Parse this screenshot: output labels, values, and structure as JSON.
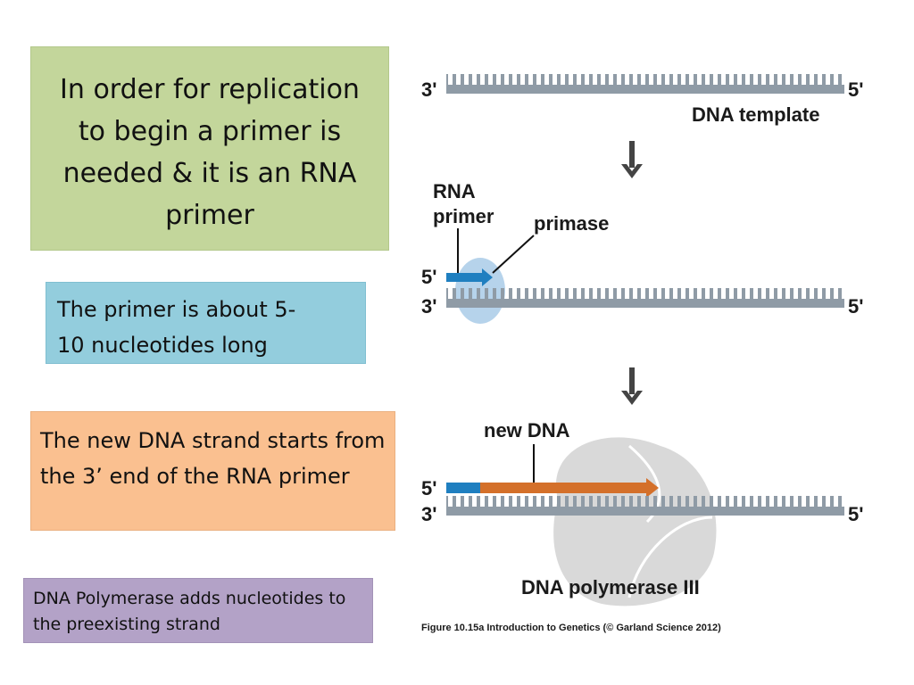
{
  "boxes": {
    "box1": "In order for replication to begin a primer is needed & it is an RNA primer",
    "box2": "The primer is about 5-\n10 nucleotides long",
    "box3": "The new DNA strand starts from the 3’ end of the RNA primer",
    "box4": "DNA Polymerase adds nucleotides to the preexisting strand"
  },
  "diagram": {
    "label_3prime": "3'",
    "label_5prime": "5'",
    "dna_template": "DNA template",
    "rna_primer_1": "RNA",
    "rna_primer_2": "primer",
    "primase": "primase",
    "new_dna": "new DNA",
    "dna_polymerase": "DNA polymerase III",
    "caption": "Figure 10.15a  Introduction to Genetics (© Garland Science 2012)"
  },
  "colors": {
    "green_box": "#c3d69b",
    "blue_box": "#93cddd",
    "orange_box": "#fac090",
    "purple_box": "#b3a2c7",
    "strand": "#8f9ba6",
    "primer": "#1f7fc0",
    "new_strand": "#d4702a",
    "primase": "#a9cbe8",
    "polymerase": "#d9d9d9"
  }
}
